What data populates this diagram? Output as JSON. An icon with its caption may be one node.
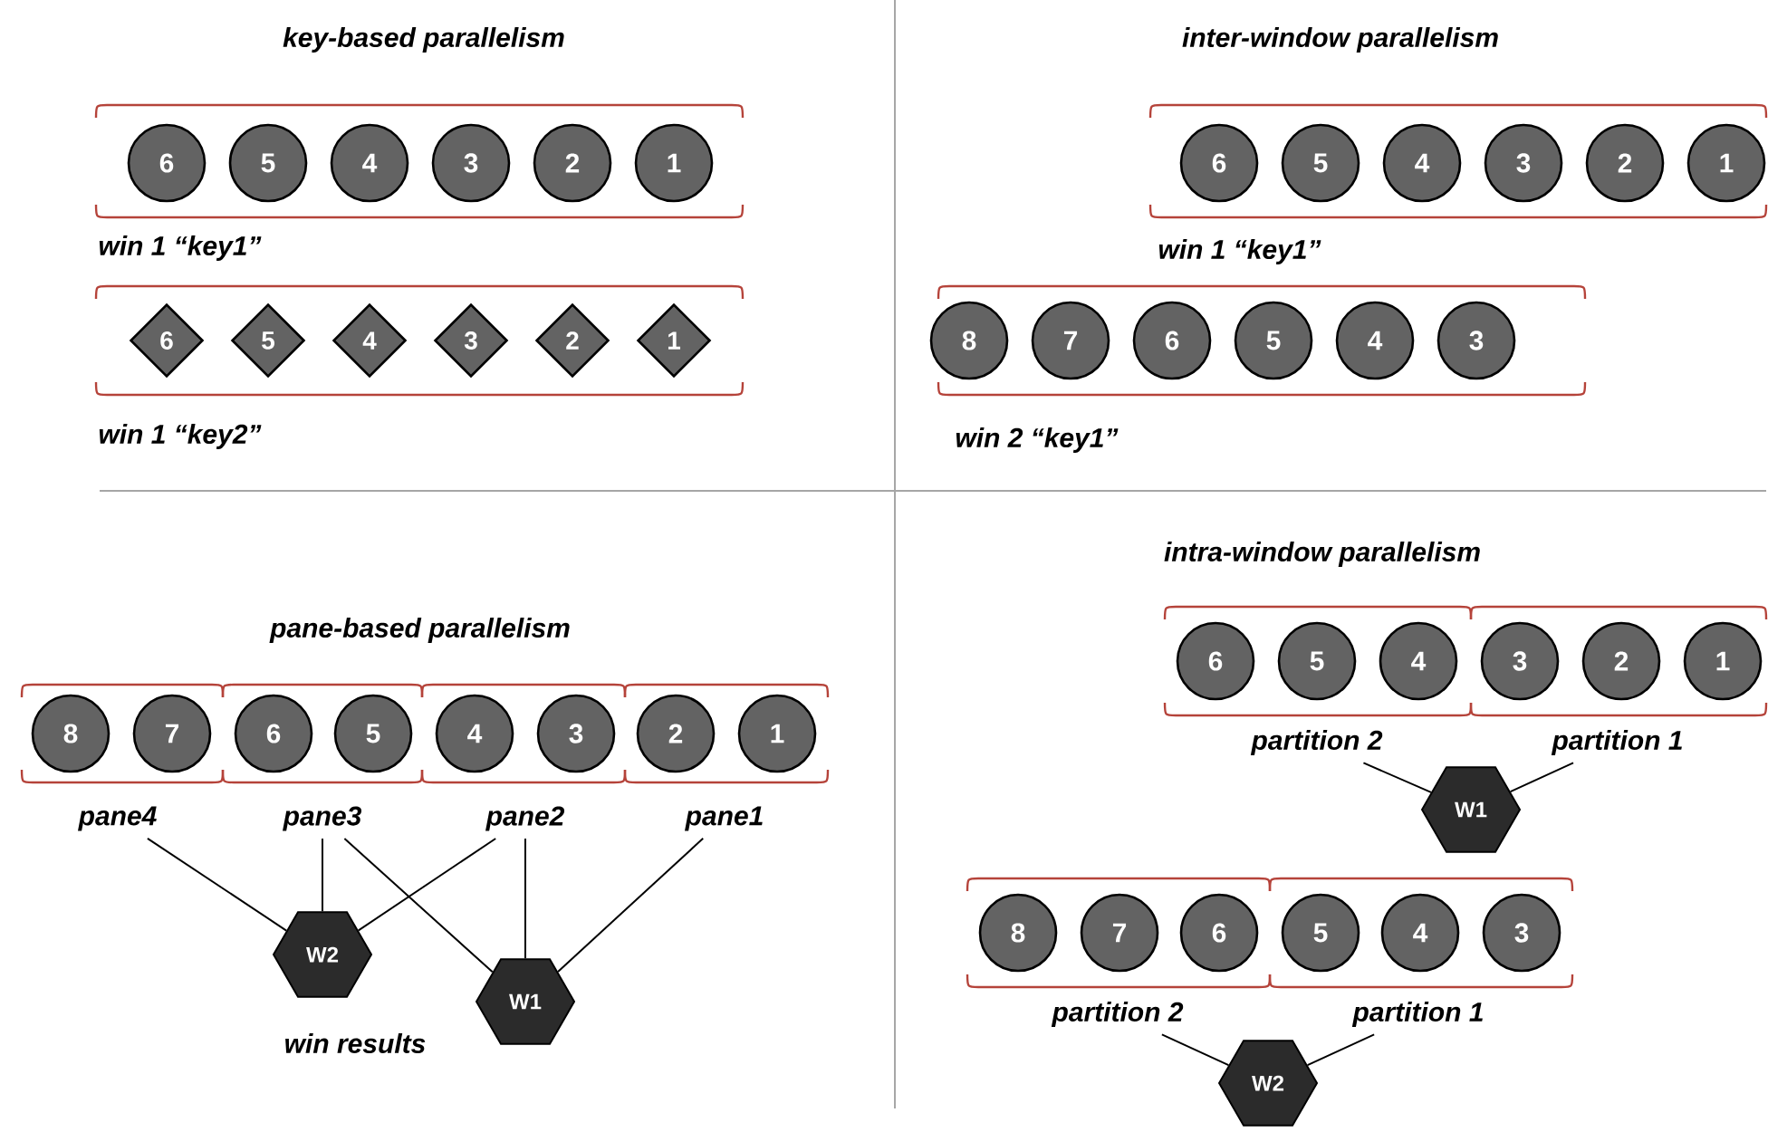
{
  "diagram": {
    "nodes": [
      {
        "text": [
          "6"
        ]
      },
      {
        "text": [
          "5"
        ]
      },
      {
        "text": [
          "4"
        ]
      },
      {
        "text": [
          "3"
        ]
      },
      {
        "text": [
          "2"
        ]
      },
      {
        "text": [
          "1"
        ]
      },
      {
        "text": [
          "6"
        ]
      },
      {
        "text": [
          "5"
        ]
      },
      {
        "text": [
          "4"
        ]
      },
      {
        "text": [
          "3"
        ]
      },
      {
        "text": [
          "2"
        ]
      },
      {
        "text": [
          "1"
        ]
      },
      {
        "text": [
          "6"
        ]
      },
      {
        "text": [
          "5"
        ]
      },
      {
        "text": [
          "4"
        ]
      },
      {
        "text": [
          "3"
        ]
      },
      {
        "text": [
          "2"
        ]
      },
      {
        "text": [
          "1"
        ]
      },
      {
        "text": [
          "8"
        ]
      },
      {
        "text": [
          "7"
        ]
      },
      {
        "text": [
          "6"
        ]
      },
      {
        "text": [
          "5"
        ]
      },
      {
        "text": [
          "4"
        ]
      },
      {
        "text": [
          "3"
        ]
      },
      {
        "text": [
          "8"
        ]
      },
      {
        "text": [
          "7"
        ]
      },
      {
        "text": [
          "6"
        ]
      },
      {
        "text": [
          "5"
        ]
      },
      {
        "text": [
          "4"
        ]
      },
      {
        "text": [
          "3"
        ]
      },
      {
        "text": [
          "2"
        ]
      },
      {
        "text": [
          "1"
        ]
      },
      {
        "text": [
          "pane4"
        ]
      },
      {
        "text": [
          "pane3"
        ]
      },
      {
        "text": [
          "pane2"
        ]
      },
      {
        "text": [
          "pane1"
        ]
      },
      {
        "text": [
          "W2"
        ]
      },
      {
        "text": [
          "W1"
        ]
      },
      {
        "text": [
          "6"
        ]
      },
      {
        "text": [
          "5"
        ]
      },
      {
        "text": [
          "4"
        ]
      },
      {
        "text": [
          "3"
        ]
      },
      {
        "text": [
          "2"
        ]
      },
      {
        "text": [
          "1"
        ]
      },
      {
        "text": [
          "partition 2"
        ]
      },
      {
        "text": [
          "partition 1"
        ]
      },
      {
        "text": [
          "W1"
        ]
      },
      {
        "text": [
          "8"
        ]
      },
      {
        "text": [
          "7"
        ]
      },
      {
        "text": [
          "6"
        ]
      },
      {
        "text": [
          "5"
        ]
      },
      {
        "text": [
          "4"
        ]
      },
      {
        "text": [
          "3"
        ]
      },
      {
        "text": [
          "partition 2"
        ]
      },
      {
        "text": [
          "partition 1"
        ]
      },
      {
        "text": [
          "W2"
        ]
      }
    ],
    "edges": [
      {
        "from": 32,
        "to": 36,
        "arrow": "none"
      },
      {
        "from": 33,
        "to": 36,
        "arrow": "none"
      },
      {
        "from": 33,
        "to": 37,
        "arrow": "none"
      },
      {
        "from": 34,
        "to": 36,
        "arrow": "none"
      },
      {
        "from": 34,
        "to": 37,
        "arrow": "none"
      },
      {
        "from": 35,
        "to": 37,
        "arrow": "none"
      },
      {
        "from": 44,
        "to": 46,
        "arrow": "none"
      },
      {
        "from": 45,
        "to": 46,
        "arrow": "none"
      },
      {
        "from": 53,
        "to": 55,
        "arrow": "none"
      },
      {
        "from": 54,
        "to": 55,
        "arrow": "none"
      }
    ],
    "labels": [
      "key-based parallelism",
      "inter-window parallelism",
      "win 1 “key1”",
      "win 1 “key1”",
      "win 1 “key2”",
      "win 2 “key1”",
      "intra-window parallelism",
      "pane-based parallelism",
      "win results"
    ]
  }
}
